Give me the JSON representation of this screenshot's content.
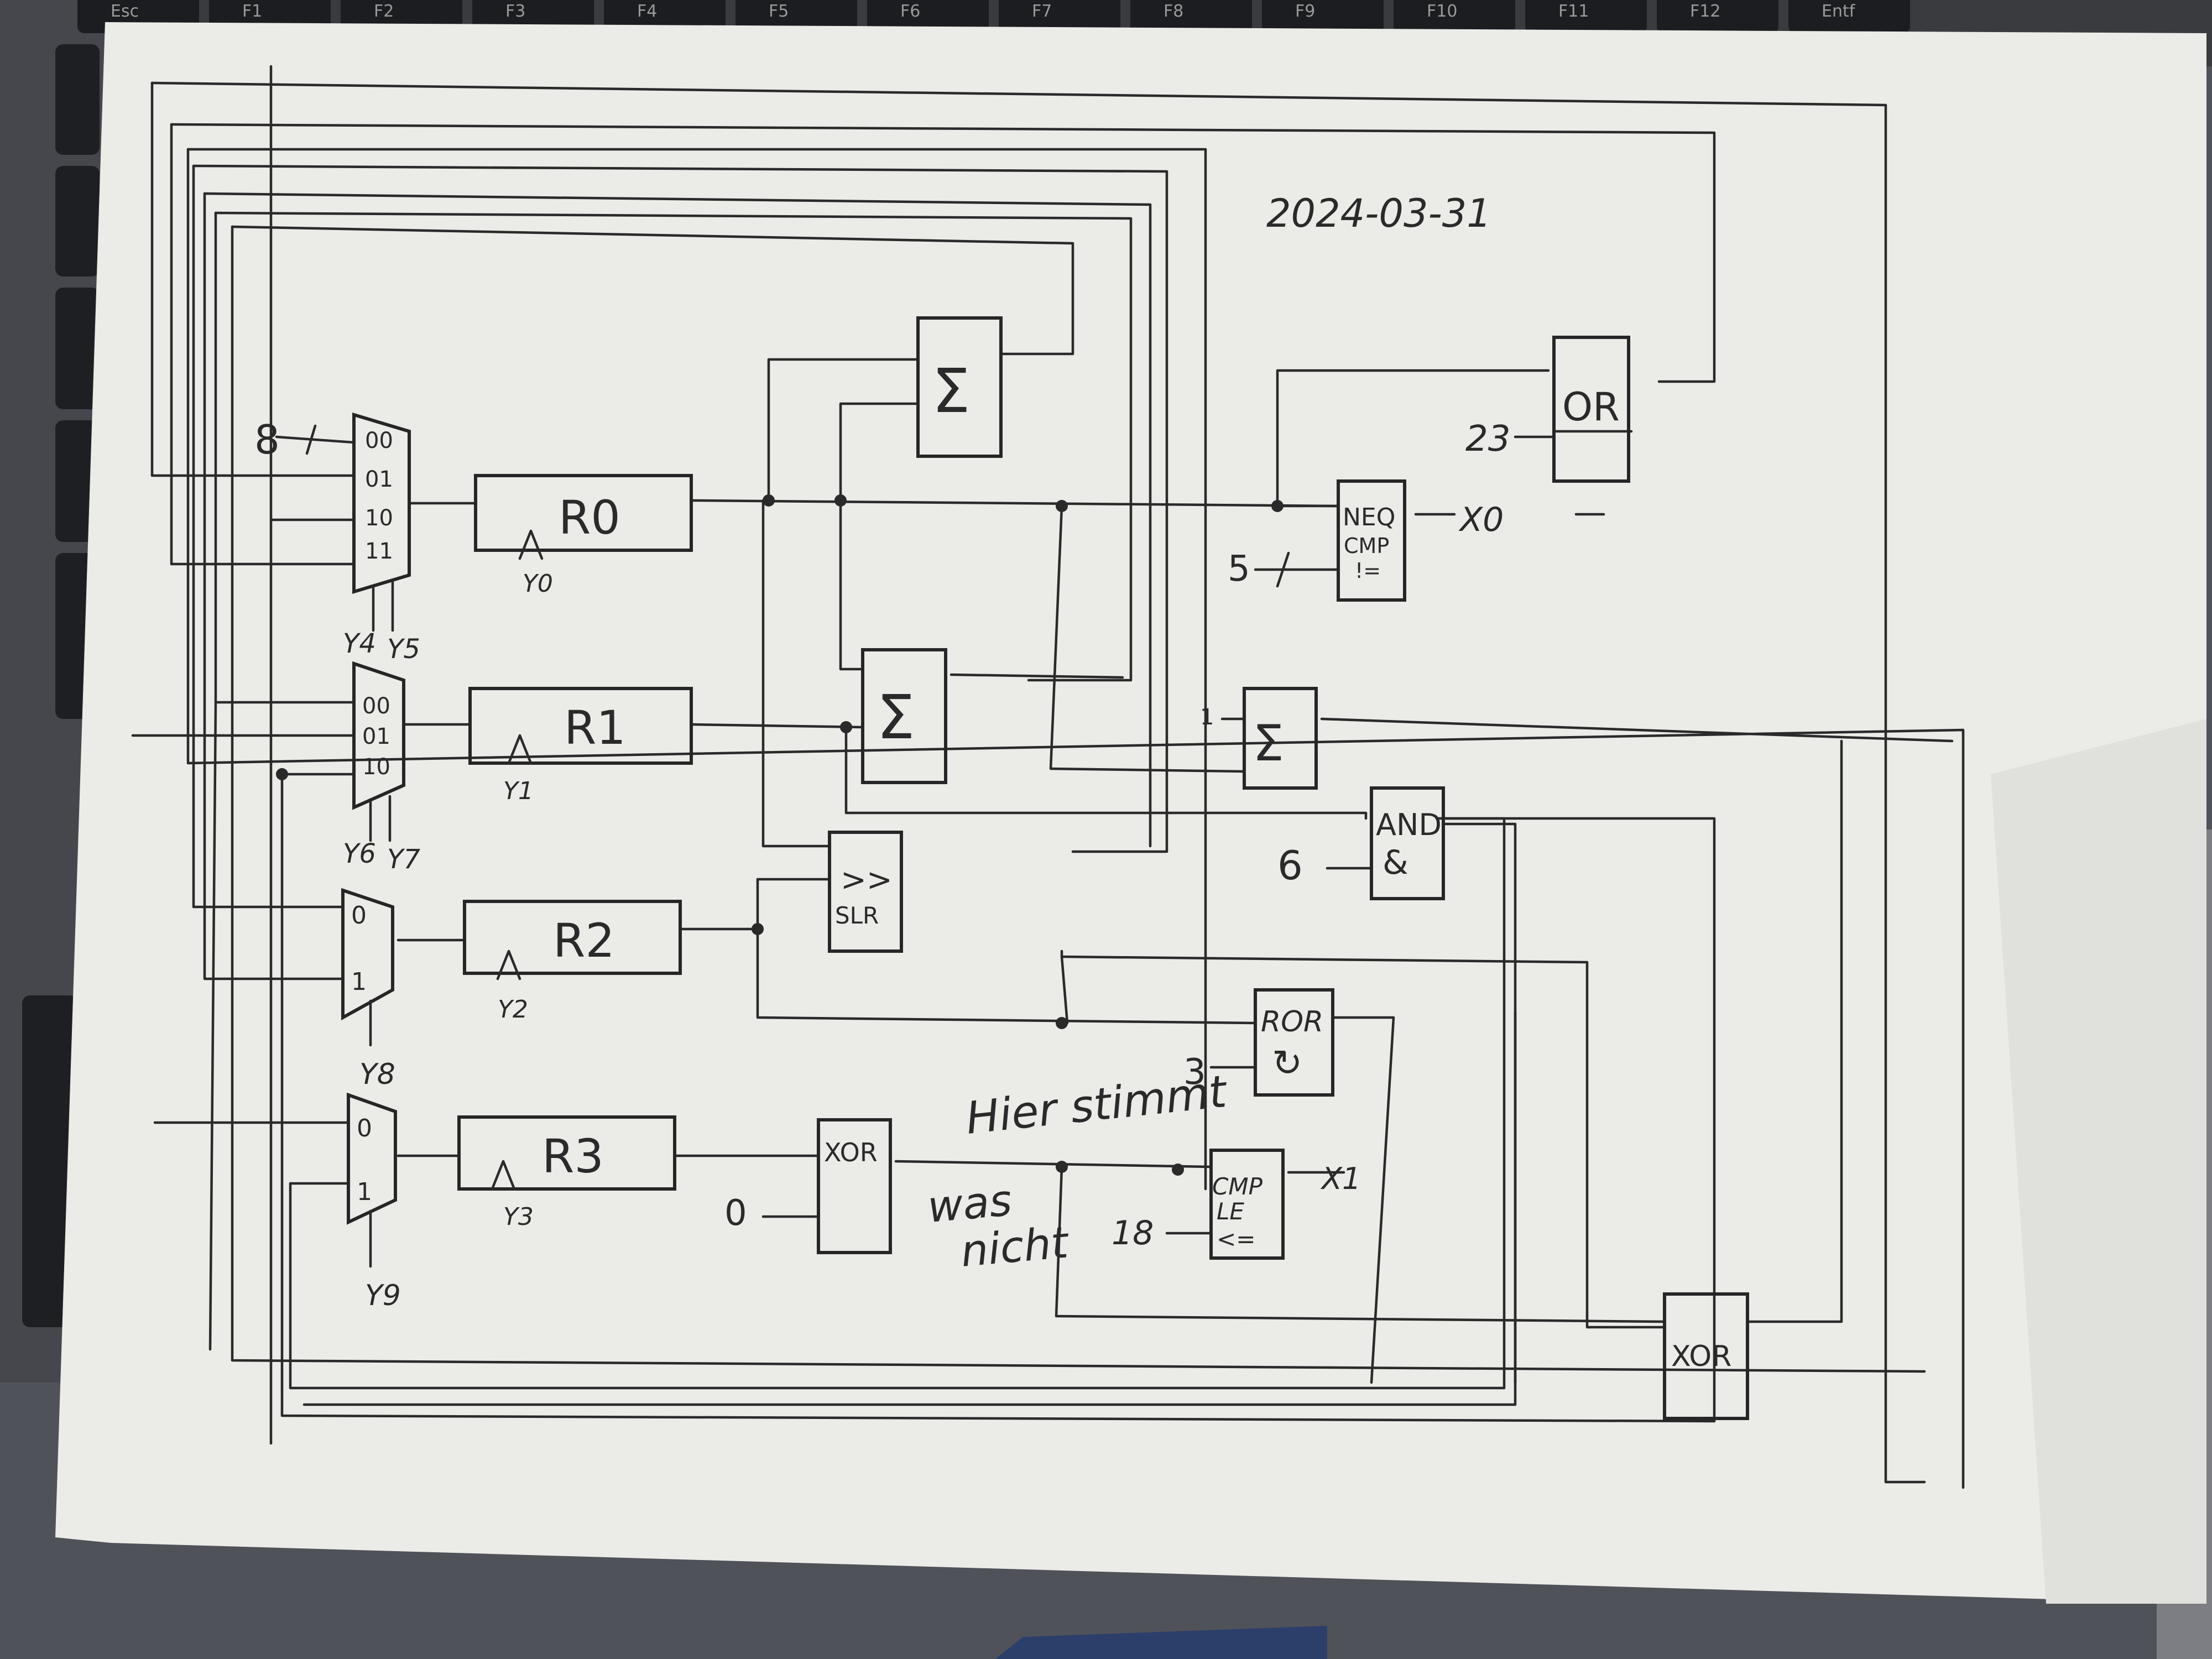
{
  "keyboard": {
    "keys": [
      "Esc",
      "F1",
      "F2",
      "F3",
      "F4",
      "F5",
      "F6",
      "F7",
      "F8",
      "F9",
      "F10",
      "F11",
      "F12",
      "Entf"
    ]
  },
  "date": "2024-03-31",
  "registers": {
    "r0": "R0",
    "r1": "R1",
    "r2": "R2",
    "r3": "R3",
    "y0": "Y0",
    "y1": "Y1",
    "y2": "Y2",
    "y3": "Y3"
  },
  "muxes": {
    "mux0": {
      "inputs": [
        "00",
        "01",
        "10",
        "11"
      ],
      "select_a": "Y4",
      "select_b": "Y5"
    },
    "mux1": {
      "inputs": [
        "00",
        "01",
        "10"
      ],
      "select_a": "Y6",
      "select_b": "Y7"
    },
    "mux2": {
      "inputs": [
        "0",
        "1"
      ],
      "select": "Y8"
    },
    "mux3": {
      "inputs": [
        "0",
        "1"
      ],
      "select": "Y9"
    }
  },
  "blocks": {
    "sum": "Σ",
    "shift_line1": ">>",
    "shift_line2": "SLR",
    "or": "OR",
    "neq_line1": "NEQ",
    "neq_line2": "CMP",
    "neq_line3": "!=",
    "and_line1": "AND",
    "and_line2": "&",
    "ror_line1": "ROR",
    "ror_line2": "↻",
    "xor": "XOR",
    "cmp_line1": "CMP",
    "cmp_line2": "LE",
    "cmp_line3": "<="
  },
  "constants": {
    "mux0_in": "8",
    "or_in": "23",
    "neq_in": "5",
    "sum3_in": "1",
    "and_in": "6",
    "ror_in": "3",
    "xor1_in": "0",
    "cmp_in": "18"
  },
  "outputs": {
    "x0": "X0",
    "x1": "X1"
  },
  "notes": {
    "hier_stimmt": "Hier stimmt",
    "was": "was",
    "nicht": "nicht"
  }
}
